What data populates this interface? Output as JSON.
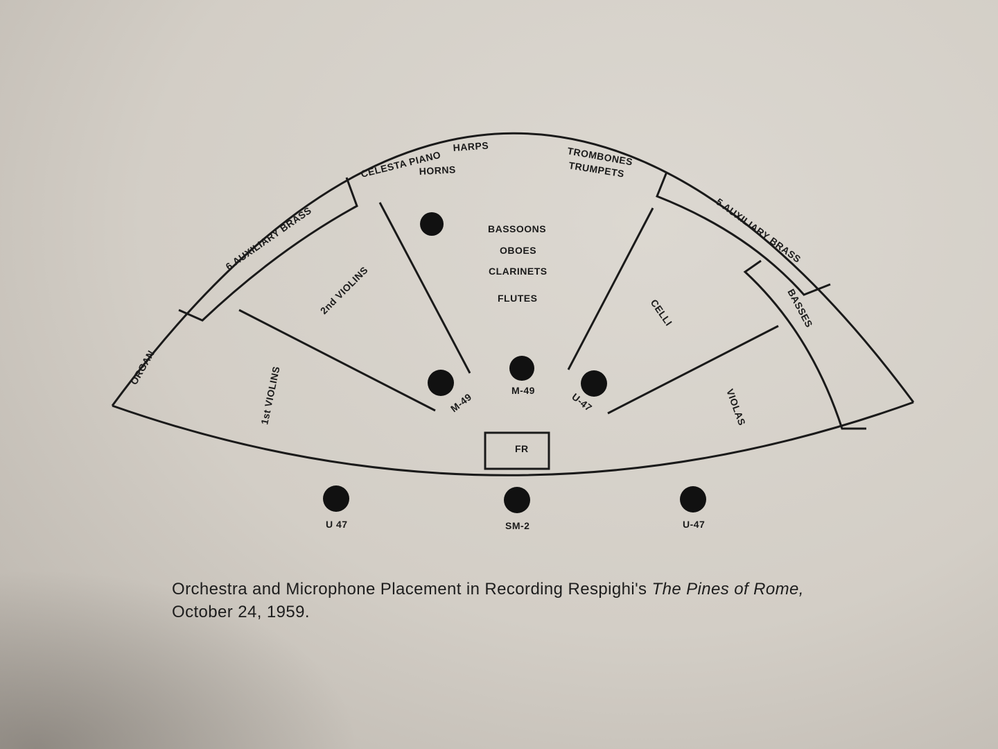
{
  "sections": {
    "celesta_piano": "CELESTA PIANO",
    "harps": "HARPS",
    "horns": "HORNS",
    "trombones": "TROMBONES",
    "trumpets": "TRUMPETS",
    "aux_brass_left": "6 AUXILIARY BRASS",
    "aux_brass_right": "5 AUXILIARY BRASS",
    "bassoons": "BASSOONS",
    "oboes": "OBOES",
    "clarinets": "CLARINETS",
    "flutes": "FLUTES",
    "second_violins": "2nd VIOLINS",
    "first_violins": "1st VIOLINS",
    "organ": "ORGAN",
    "celli": "CELLI",
    "basses": "BASSES",
    "violas": "VIOLAS",
    "fr": "FR"
  },
  "microphones": {
    "m49_left": "M-49",
    "m49_center": "M-49",
    "u47_right_inner": "U-47",
    "u47_front_left": "U 47",
    "sm2_front": "SM-2",
    "u47_front_right": "U-47"
  },
  "caption": {
    "text": "Orchestra and Microphone Placement in Recording Respighi's ",
    "title_italic": "The Pines of Rome,",
    "date": " October 24, 1959."
  }
}
